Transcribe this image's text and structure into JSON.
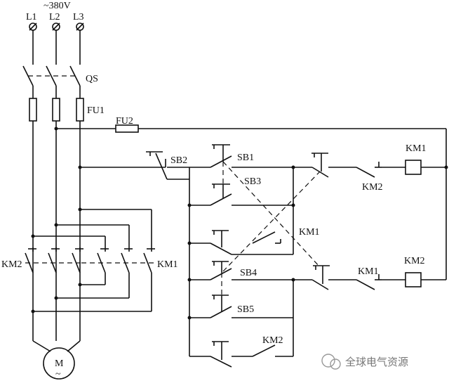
{
  "supply": {
    "voltage": "~380V",
    "phases": [
      "L1",
      "L2",
      "L3"
    ]
  },
  "labels": {
    "qs": "QS",
    "fu1": "FU1",
    "fu2": "FU2",
    "km1": "KM1",
    "km2": "KM2",
    "sb1": "SB1",
    "sb2": "SB2",
    "sb3": "SB3",
    "sb4": "SB4",
    "sb5": "SB5",
    "motor": "M",
    "motor_sym": "~"
  },
  "watermark": {
    "text": "全球电气资源"
  }
}
